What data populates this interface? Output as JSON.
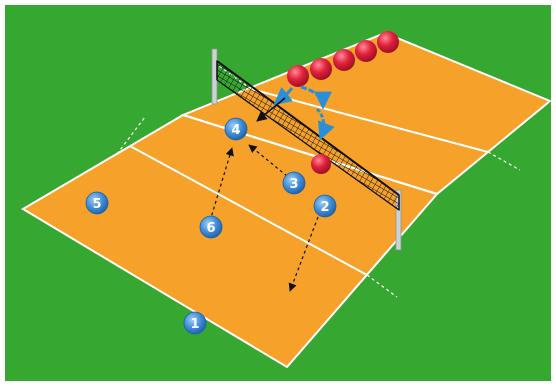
{
  "colors": {
    "grass": "#36a832",
    "court": "#f5a12a",
    "court_line": "#ffffff",
    "player_blue": "#3f8dd6",
    "player_blue_dark": "#1e5fa6",
    "ball_red": "#e0203a",
    "ball_red_dark": "#9e0f24",
    "arrow_black": "#111111",
    "serve_arrow": "#2a8ed8",
    "net_mesh": "#111111",
    "post_gray": "#cfd2d4"
  },
  "players": [
    {
      "id": "1",
      "label": "1"
    },
    {
      "id": "2",
      "label": "2"
    },
    {
      "id": "3",
      "label": "3"
    },
    {
      "id": "4",
      "label": "4"
    },
    {
      "id": "5",
      "label": "5"
    },
    {
      "id": "6",
      "label": "6"
    }
  ],
  "balls": {
    "count": 6
  }
}
